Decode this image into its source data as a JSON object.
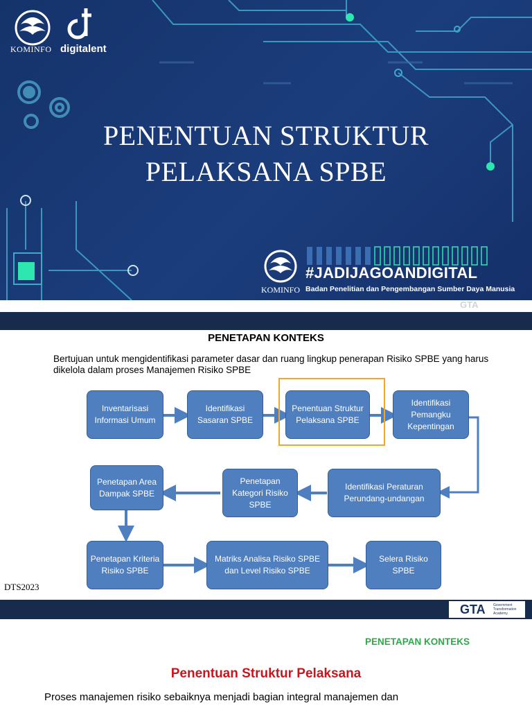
{
  "slide1": {
    "logo_kominfo": "KOMINFO",
    "logo_digitalent": "digitalent",
    "title_line1": "PENENTUAN STRUKTUR",
    "title_line2": "PELAKSANA SPBE",
    "hashtag_jadi": "#JADI",
    "hashtag_rest": "JAGOANDIGITAL",
    "kominfo_footer": "KOMINFO",
    "agency": "Badan Penelitian dan Pengembangan Sumber Daya Manusia",
    "gta_mark": "GTA"
  },
  "slide2": {
    "heading": "PENETAPAN KONTEKS",
    "description": "Bertujuan untuk mengidentifikasi parameter dasar dan ruang lingkup penerapan Risiko SPBE yang harus dikelola dalam proses Manajemen Risiko SPBE",
    "boxes": [
      "Inventarisasi Informasi Umum",
      "Identifikasi Sasaran SPBE",
      "Penentuan Struktur Pelaksana SPBE",
      "Identifikasi Pemangku Kepentingan",
      "Identifikasi Peraturan Perundang-undangan",
      "Penetapan Kategori Risiko SPBE",
      "Penetapan Area Dampak SPBE",
      "Penetapan Kriteria Risiko SPBE",
      "Matriks Analisa Risiko SPBE dan Level Risiko SPBE",
      "Selera Risiko SPBE"
    ],
    "footer_code": "DTS2023",
    "gta_mark": "GTA",
    "gta_subtext": "Government Transformation Academy"
  },
  "slide3": {
    "section_label": "PENETAPAN KONTEKS",
    "title": "Penentuan Struktur Pelaksana",
    "body": "Proses manajemen risiko sebaiknya menjadi bagian integral manajemen dan"
  },
  "colors": {
    "navy": "#1b3d7c",
    "box_blue": "#4f7fbf",
    "highlight_orange": "#f5a623",
    "accent_teal": "#2ee6b0",
    "title_red": "#c9151e",
    "label_green": "#2ea84a"
  }
}
